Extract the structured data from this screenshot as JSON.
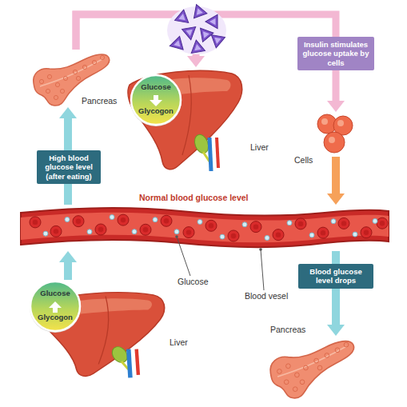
{
  "diagram": {
    "nodes": [
      {
        "text": [
          "Pancreas"
        ]
      },
      {
        "text": [
          "Liver"
        ]
      },
      {
        "text": [
          "Glucose",
          "Glycogon"
        ],
        "in": 1
      },
      {
        "text": [
          "Cells"
        ]
      },
      {
        "text": [
          "Normal blood glucose level"
        ]
      },
      {
        "text": [
          "Liver"
        ]
      },
      {
        "text": [
          "Glucose",
          "Glycogon"
        ],
        "in": 5
      },
      {
        "text": [
          "Pancreas"
        ]
      }
    ],
    "edges": [
      {
        "from": 4,
        "to": 0,
        "label": "High blood glucose level (after eating)",
        "arrow": "to"
      },
      {
        "from": 0,
        "to": 1,
        "arrow": "to"
      },
      {
        "from": 0,
        "to": 3,
        "label": "Insulin stimulates glucose uptake by cells",
        "arrow": "to"
      },
      {
        "from": 3,
        "to": 4,
        "arrow": "to"
      },
      {
        "from": 4,
        "to": 7,
        "label": "Blood glucose level drops",
        "arrow": "to"
      },
      {
        "from": 5,
        "to": 4,
        "arrow": "to"
      }
    ],
    "labels": [
      "Glucose",
      "Blood vesel"
    ]
  }
}
